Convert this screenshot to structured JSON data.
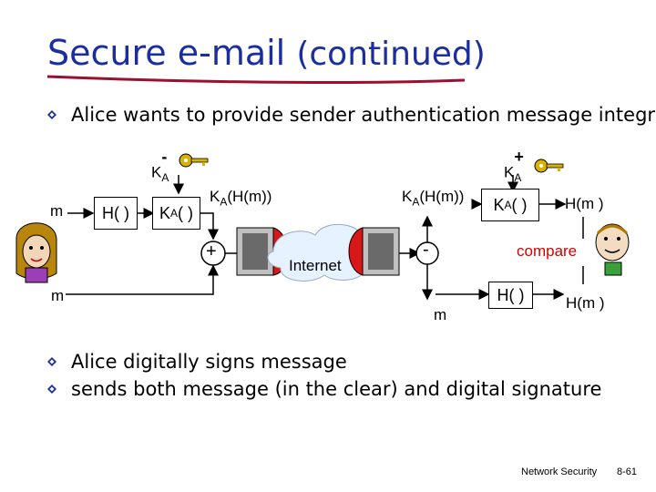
{
  "title": {
    "main": "Secure e-mail",
    "paren": "(continued)"
  },
  "intro_bullet": "Alice wants to provide sender authentication message integrity",
  "diagram": {
    "key_private_base": "K",
    "key_private_sub": "A",
    "key_private_sup": "-",
    "key_public_base": "K",
    "key_public_sub": "A",
    "key_public_sup": "+",
    "m_top": "m",
    "m_bottom": "m",
    "m_right": "m",
    "hash_box": "H( )",
    "sign_box_k": "K",
    "sign_box_sub": "A",
    "sign_box_arg": "( )",
    "signed_label_k": "K",
    "signed_label_sub": "A",
    "signed_label_arg": "(H(m))",
    "received_sig_k": "K",
    "received_sig_sub": "A",
    "received_sig_arg": "(H(m))",
    "verify_box_k": "K",
    "verify_box_sub": "A",
    "verify_box_arg": "( )",
    "hash_out_top": "H(m )",
    "concat_symbol": "+",
    "split_symbol": "-",
    "internet_label": "Internet",
    "compare_label": "compare",
    "hash_box_right": "H( )",
    "hash_out_bottom": "H(m )"
  },
  "bullets": [
    "Alice digitally signs message",
    "sends both message (in the clear) and digital signature"
  ],
  "footer": {
    "course": "Network Security",
    "page": "8-61"
  },
  "colors": {
    "title": "#1a2ea0",
    "compare": "#d40000",
    "bullet_diamond": "#1a2ea0",
    "underline": "#9b1030",
    "key": "#d8b400"
  },
  "icons": [
    "diamond-bullet-icon",
    "key-icon",
    "alice-icon",
    "bob-icon",
    "router-icon",
    "internet-cloud-icon"
  ]
}
